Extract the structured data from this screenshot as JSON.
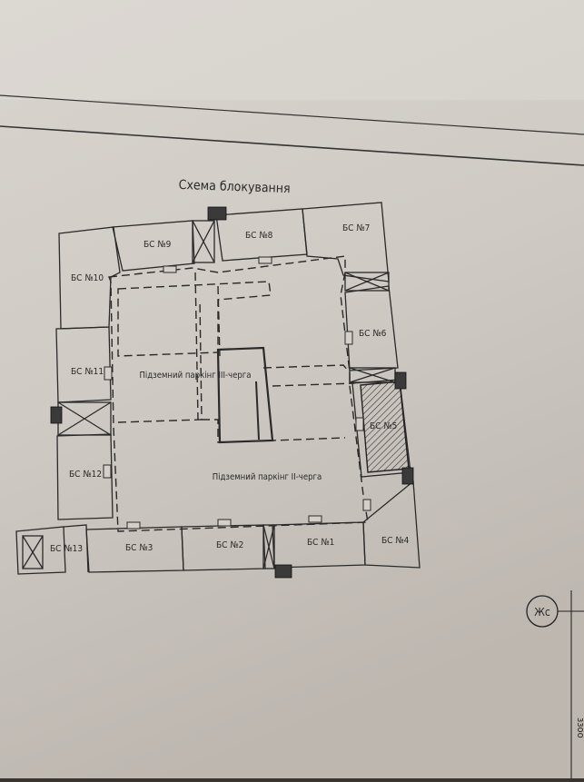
{
  "title": "Схема блокування",
  "blocks": {
    "bs1": "БС №1",
    "bs2": "БС №2",
    "bs3": "БС №3",
    "bs4": "БС №4",
    "bs5": "БС №5",
    "bs6": "БС №6",
    "bs7": "БС №7",
    "bs8": "БС №8",
    "bs9": "БС №9",
    "bs10": "БС №10",
    "bs11": "БС №11",
    "bs12": "БС №12",
    "bs13": "БС №13"
  },
  "parking": {
    "stage3": "Підземний паркінг III-черга",
    "stage2": "Підземний паркінг II-черга"
  },
  "axis_marker": "Жс",
  "edge_text": "ззоо"
}
